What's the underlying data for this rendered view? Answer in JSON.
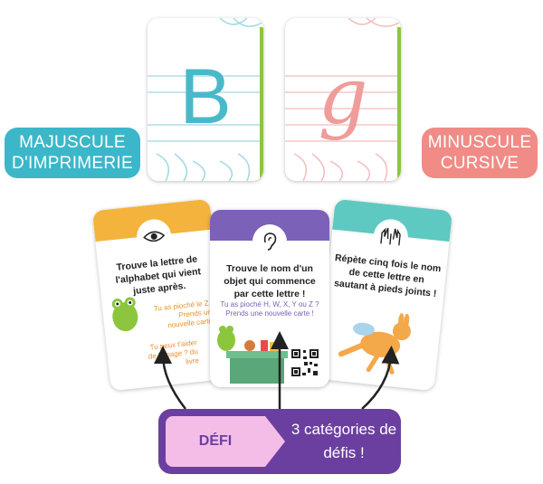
{
  "letter_cards": [
    {
      "letter": "B",
      "color": "#49b9c9",
      "line_color": "#9fd8e4"
    },
    {
      "letter": "g",
      "color": "#ef9c9a",
      "line_color": "#f4bcbc"
    }
  ],
  "pills": {
    "left": {
      "line1": "MAJUSCULE",
      "line2": "D'IMPRIMERIE",
      "color": "#3bb7c9"
    },
    "right": {
      "line1": "MINUSCULE",
      "line2": "CURSIVE",
      "color": "#f08b86"
    }
  },
  "cards": {
    "eye": {
      "icon": "eye-icon",
      "title": "Trouve la lettre de l'alphabet qui vient juste après.",
      "hint1": "Tu as pioché le Z ? Prends une nouvelle carte !",
      "hint1_highlight": "Z",
      "hint2": "Tu peux t'aider de la page ? du livre",
      "header_color": "#f3b33d"
    },
    "ear": {
      "icon": "ear-icon",
      "title": "Trouve le nom d'un objet qui commence par cette lettre !",
      "hint": "Tu as pioché H, W, X, Y ou Z ? Prends une nouvelle carte !",
      "header_color": "#7b61b8"
    },
    "hands": {
      "icon": "hands-icon",
      "title": "Répète cinq fois le nom de cette lettre en sautant à pieds joints !",
      "header_color": "#5ec9c0"
    }
  },
  "banner": {
    "label": "DÉFI",
    "text": "3 catégories de défis !"
  }
}
